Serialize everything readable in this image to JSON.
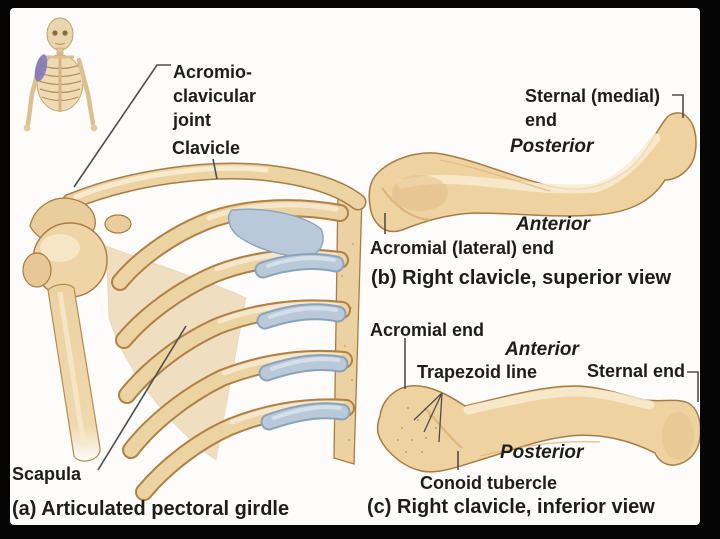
{
  "figure": {
    "type": "anatomical-diagram",
    "subject": "Pectoral girdle and clavicle",
    "colors": {
      "background": "#050505",
      "panel_background": "#fdfcfa",
      "bone_fill": "#eed2a0",
      "bone_highlight": "#f8ecd0",
      "bone_shadow": "#d8ab70",
      "bone_outline": "#a87c44",
      "cartilage_fill": "#b9c9da",
      "cartilage_outline": "#8aa3ba",
      "text": "#1d1d1d",
      "leader_line": "#4d4d4d",
      "girdle_highlight": "#7a72b8"
    }
  },
  "panel_a": {
    "caption": "(a) Articulated pectoral girdle",
    "labels": {
      "acromioclavicular_line1": "Acromio-",
      "acromioclavicular_line2": "clavicular",
      "acromioclavicular_line3": "joint",
      "clavicle": "Clavicle",
      "scapula": "Scapula"
    }
  },
  "panel_b": {
    "caption": "(b) Right clavicle, superior view",
    "labels": {
      "sternal_end_line1": "Sternal (medial)",
      "sternal_end_line2": "end",
      "posterior": "Posterior",
      "anterior": "Anterior",
      "acromial_end": "Acromial (lateral) end"
    }
  },
  "panel_c": {
    "caption": "(c) Right clavicle, inferior view",
    "labels": {
      "acromial_end": "Acromial end",
      "anterior": "Anterior",
      "trapezoid_line": "Trapezoid line",
      "sternal_end": "Sternal end",
      "posterior": "Posterior",
      "conoid_tubercle": "Conoid tubercle"
    }
  }
}
